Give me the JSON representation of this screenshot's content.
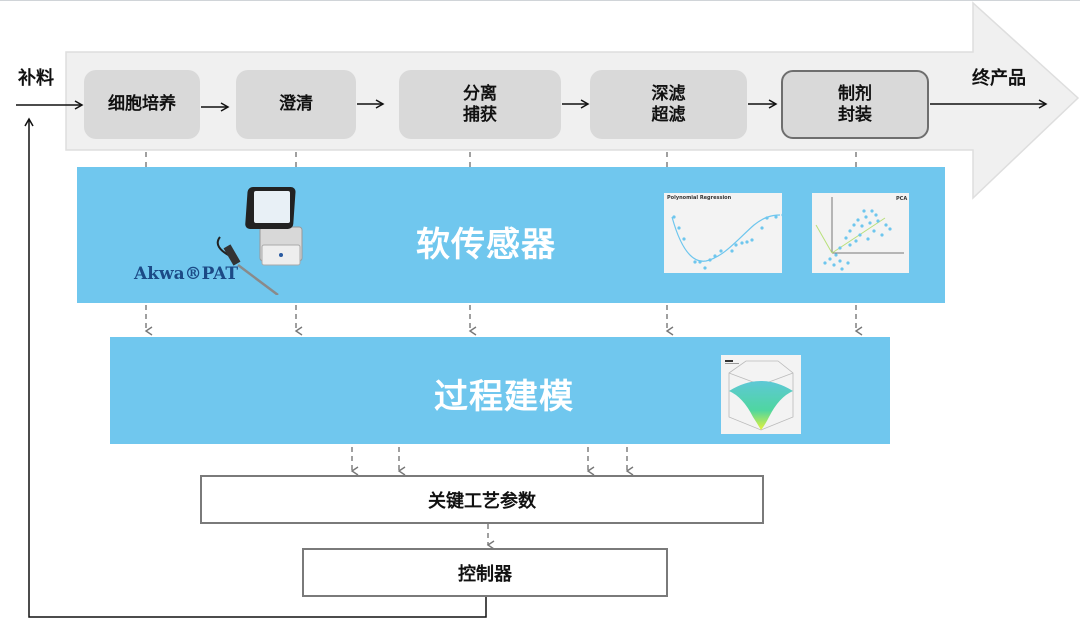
{
  "diagram": {
    "input_label": "补料",
    "output_label": "终产品",
    "process_steps": [
      {
        "label": "细胞培养"
      },
      {
        "label": "澄清"
      },
      {
        "label": "分离\n捕获"
      },
      {
        "label": "深滤\n超滤"
      },
      {
        "label": "制剂\n封装",
        "highlighted": true
      }
    ],
    "soft_sensor": {
      "title": "软传感器",
      "device_label": "Akwa®PAT",
      "thumbnails": [
        {
          "title": "Polynomial Regression",
          "kind": "polynomial-regression-plot"
        },
        {
          "title": "PCA",
          "kind": "pca-plot"
        }
      ]
    },
    "process_modeling": {
      "title": "过程建模",
      "thumbnail": {
        "kind": "response-surface-plot"
      }
    },
    "critical_params": {
      "label": "关键工艺参数"
    },
    "controller": {
      "label": "控制器"
    }
  },
  "colors": {
    "band": "#70c7ee",
    "step_fill": "#d9d9d9",
    "arrow_fill": "#f0f0f0"
  }
}
